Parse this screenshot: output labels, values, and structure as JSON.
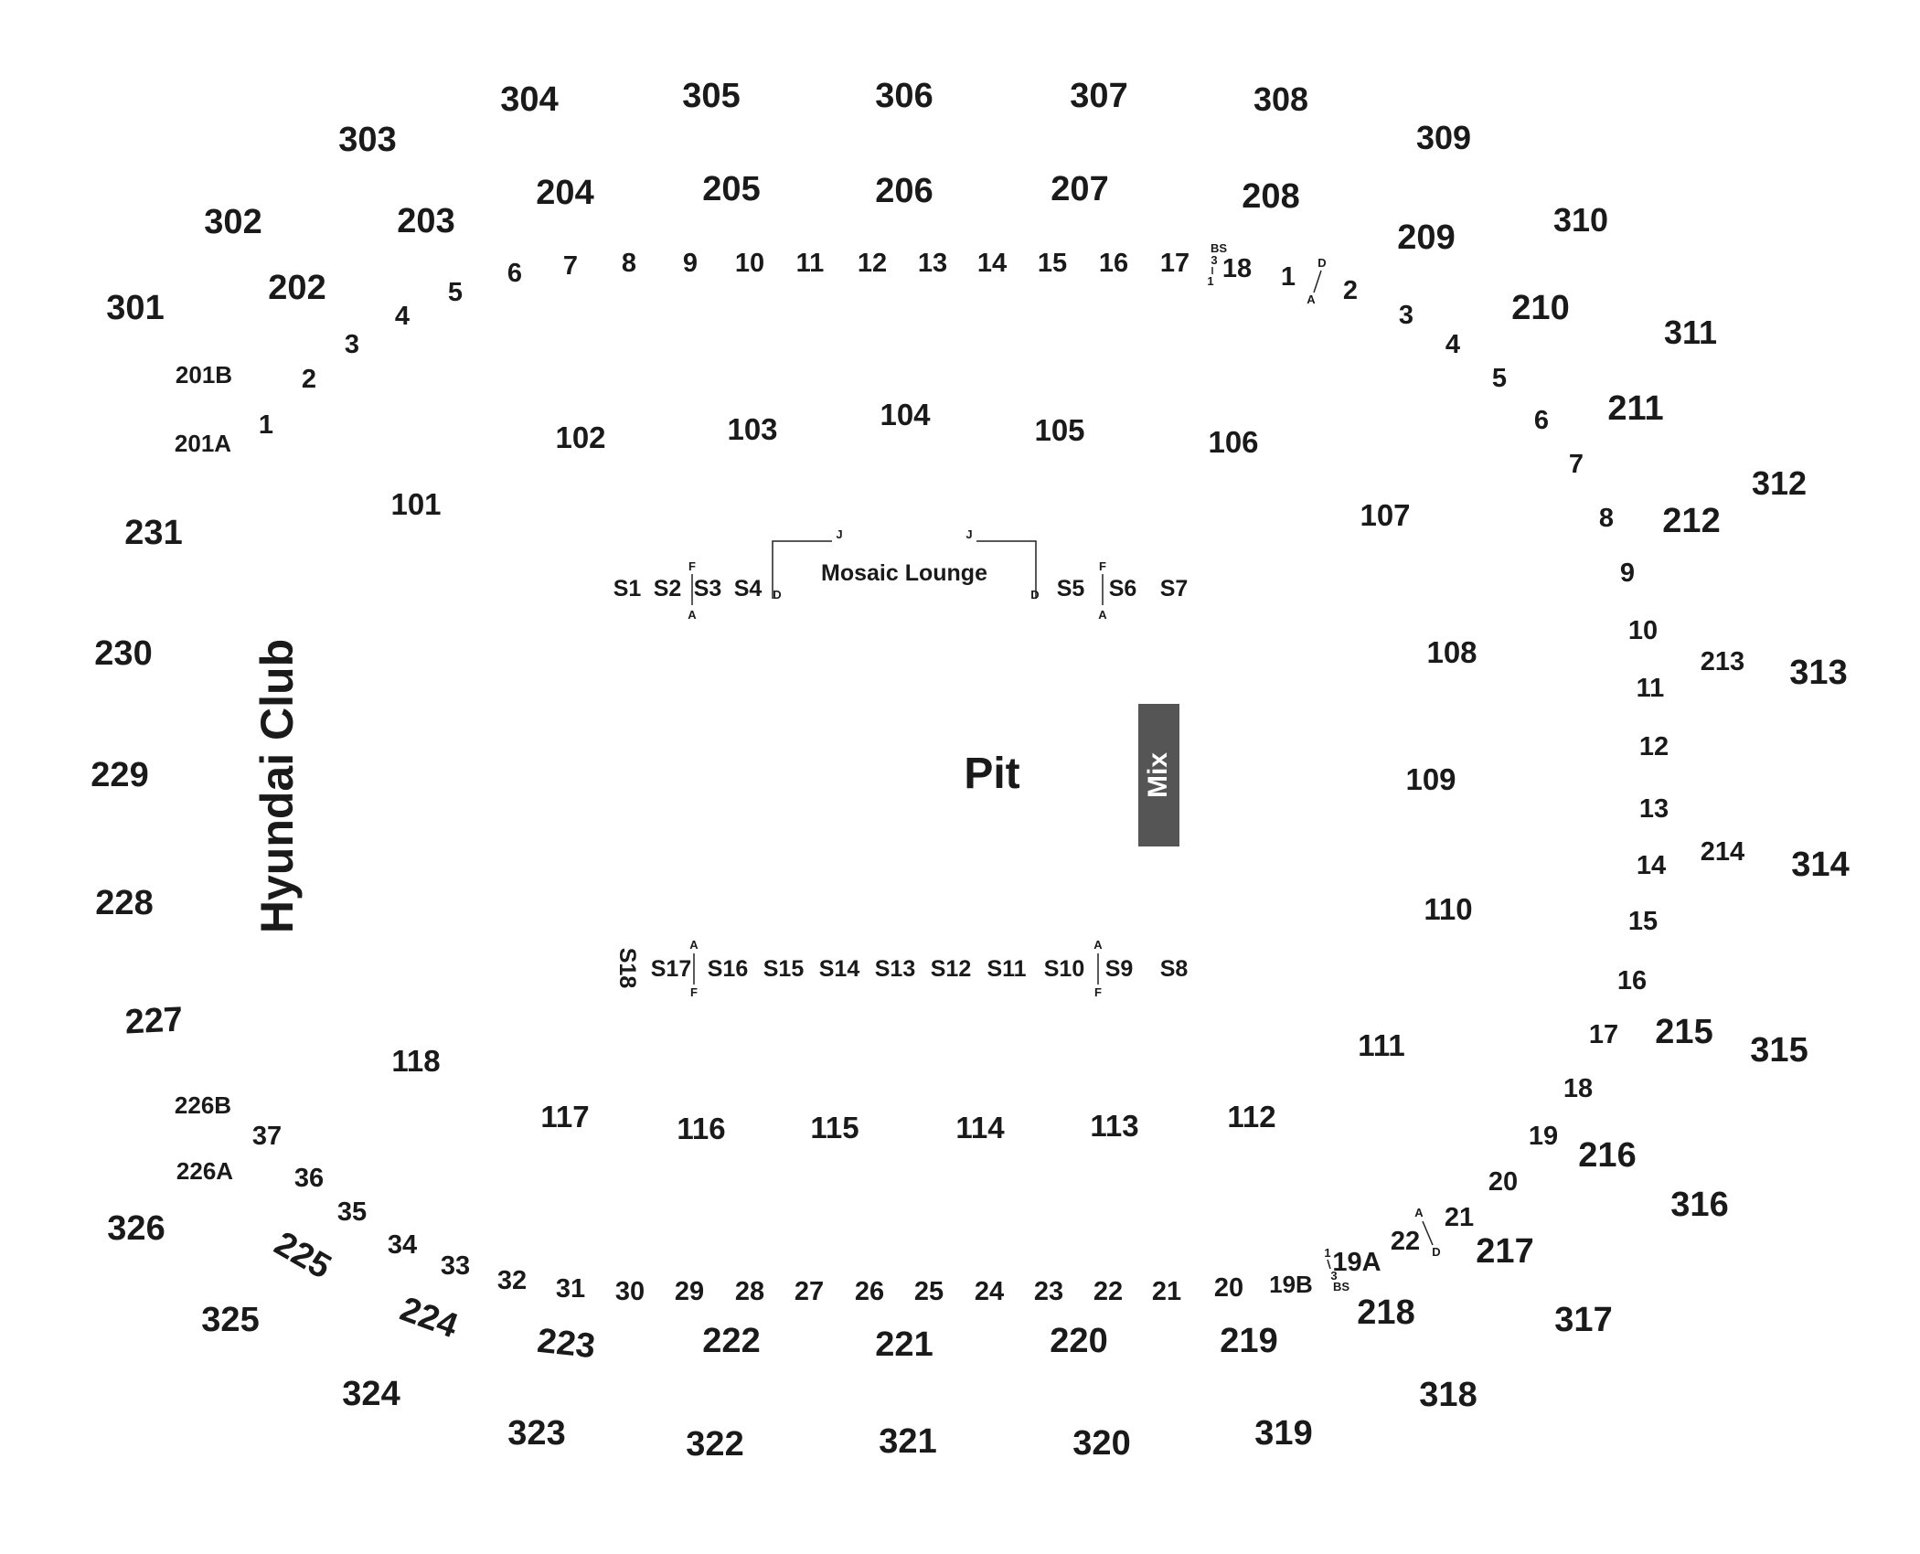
{
  "venue": {
    "club_label": "Hyundai Club",
    "pit_label": "Pit",
    "mix_label": "Mix",
    "lounge_label": "Mosaic Lounge",
    "colors": {
      "text": "#1a1a1a",
      "mix_box": "#555555",
      "background": "#ffffff"
    }
  },
  "sections_300": [
    "301",
    "302",
    "303",
    "304",
    "305",
    "306",
    "307",
    "308",
    "309",
    "310",
    "311",
    "312",
    "313",
    "314",
    "315",
    "316",
    "317",
    "318",
    "319",
    "320",
    "321",
    "322",
    "323",
    "324",
    "325",
    "326"
  ],
  "sections_200": [
    "201B",
    "201A",
    "202",
    "203",
    "204",
    "205",
    "206",
    "207",
    "208",
    "209",
    "210",
    "211",
    "212",
    "213",
    "214",
    "215",
    "216",
    "217",
    "218",
    "219",
    "220",
    "221",
    "222",
    "223",
    "224",
    "225",
    "226B",
    "226A",
    "227",
    "228",
    "229",
    "230",
    "231"
  ],
  "sections_100": [
    "101",
    "102",
    "103",
    "104",
    "105",
    "106",
    "107",
    "108",
    "109",
    "110",
    "111",
    "112",
    "113",
    "114",
    "115",
    "116",
    "117",
    "118"
  ],
  "suites_top": [
    "S1",
    "S2",
    "S3",
    "S4",
    "S5",
    "S6",
    "S7"
  ],
  "suites_bottom": [
    "S8",
    "S9",
    "S10",
    "S11",
    "S12",
    "S13",
    "S14",
    "S15",
    "S16",
    "S17",
    "S18"
  ],
  "suite_row_marks": {
    "top": "F",
    "bottom": "A",
    "lounge": "J",
    "lounge_end": "D"
  },
  "box_markers": {
    "bs": "BS",
    "three": "3",
    "one": "1",
    "a": "A",
    "d": "D"
  },
  "loge_boxes_top": [
    "1",
    "2",
    "3",
    "4",
    "5",
    "6",
    "7",
    "8",
    "9",
    "10",
    "11",
    "12",
    "13",
    "14",
    "15",
    "16",
    "17",
    "18"
  ],
  "loge_boxes_bottom": [
    "19A",
    "19B",
    "20",
    "21",
    "22",
    "23",
    "24",
    "25",
    "26",
    "27",
    "28",
    "29",
    "30",
    "31",
    "32",
    "33",
    "34",
    "35",
    "36",
    "37"
  ],
  "loge_boxes_right": [
    "1",
    "2",
    "3",
    "4",
    "5",
    "6",
    "7",
    "8",
    "9",
    "10",
    "11",
    "12",
    "13",
    "14",
    "15",
    "16",
    "17",
    "18",
    "19",
    "20",
    "21",
    "22"
  ]
}
